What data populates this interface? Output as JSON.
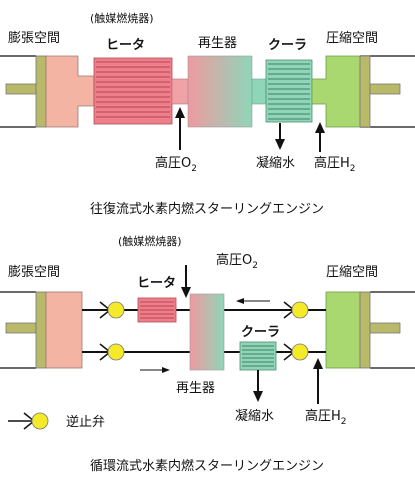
{
  "top": {
    "expansion_space": "膨張空間",
    "catalyst_burner": "(触媒燃焼器)",
    "heater": "ヒータ",
    "regenerator": "再生器",
    "cooler": "クーラ",
    "compression_space": "圧縮空間",
    "oxygen_main": "高圧O",
    "oxygen_sub": "2",
    "condensed_water": "凝縮水",
    "hydrogen_main": "高圧H",
    "hydrogen_sub": "2",
    "caption": "往復流式水素内燃スターリングエンジン"
  },
  "bottom": {
    "catalyst_burner": "(触媒燃焼器)",
    "oxygen_main": "高圧O",
    "oxygen_sub": "2",
    "expansion_space": "膨張空間",
    "compression_space": "圧縮空間",
    "heater": "ヒータ",
    "cooler": "クーラ",
    "regenerator": "再生器",
    "condensed_water": "凝縮水",
    "hydrogen_main": "高圧H",
    "hydrogen_sub": "2",
    "legend_check_valve": "逆止弁",
    "caption": "循環流式水素内燃スターリングエンジン"
  },
  "colors": {
    "expansion": "#f4b4a4",
    "piston": "#b9b96a",
    "heater": "#ee7f8a",
    "regenerator_left": "#ef9aa0",
    "regenerator_right": "#8fd6b8",
    "connector": "#f0a3a6",
    "cooler": "#8fd6b8",
    "compression": "#a9d870",
    "valve": "#f5ea2a"
  }
}
